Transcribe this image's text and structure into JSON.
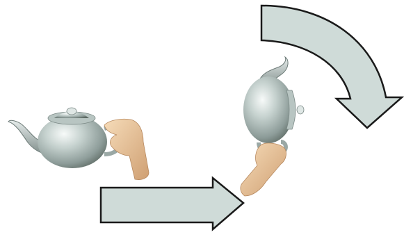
{
  "figure": {
    "description_visible_text": "",
    "colors": {
      "arrow_fill": "#cfdbd8",
      "arrow_stroke": "#1a1a1a",
      "teapot_light": "#e9efed",
      "teapot_mid": "#a9b7b4",
      "teapot_dark": "#5f6e6b",
      "skin_light": "#f2d3ad",
      "skin_dark": "#c99a6e",
      "background": "#ffffff"
    },
    "panels": [
      {
        "name": "teapot-held-upright",
        "hand": "right-hand-on-handle"
      },
      {
        "name": "teapot-rotated-spout-up",
        "hand": "hand-below-holding-handle"
      }
    ],
    "arrows": [
      {
        "name": "straight-arrow-right",
        "direction": "right"
      },
      {
        "name": "curved-arrow-clockwise",
        "direction": "clockwise-down"
      }
    ]
  }
}
